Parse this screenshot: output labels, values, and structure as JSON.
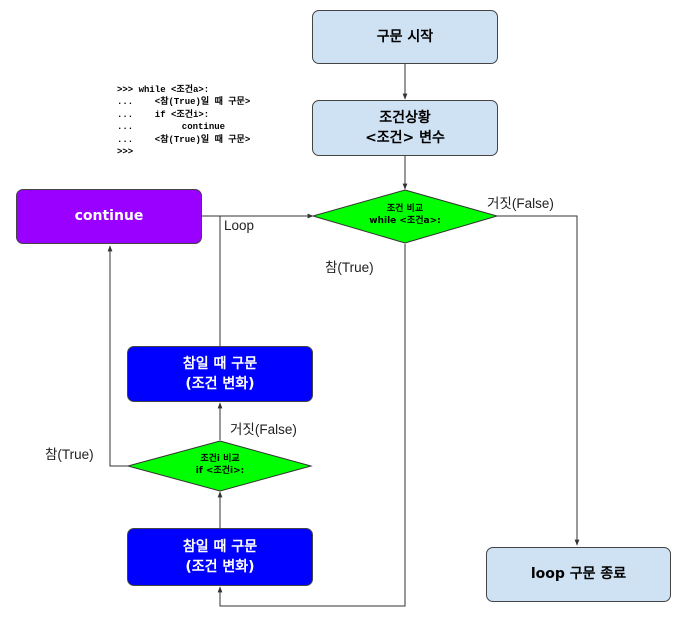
{
  "nodes": {
    "start": "구문 시작",
    "condition_state": [
      "조건상황",
      "<조건> 변수"
    ],
    "while_check": [
      "조건 비교",
      "while <조건a>:"
    ],
    "continue": "continue",
    "true_stmt_upper": [
      "참일 때 구문",
      "(조건 변화)"
    ],
    "if_check": [
      "조건i 비교",
      "if <조건i>:"
    ],
    "true_stmt_lower": [
      "참일 때 구문",
      "(조건 변화)"
    ],
    "loop_end": "loop 구문 종료"
  },
  "labels": {
    "while_false": "거짓(False)",
    "while_true": "참(True)",
    "loop": "Loop",
    "if_false": "거짓(False)",
    "if_true": "참(True)"
  },
  "code": [
    ">>> while <조건a>:",
    "...    <참(True)일 때 구문>",
    "...    if <조건i>:",
    "...         continue",
    "...    <참(True)일 때 구문>",
    ">>>"
  ],
  "colors": {
    "light_box": "#cfe2f3",
    "statement_box": "#0000ff",
    "continue_box": "#9900ff",
    "decision": "#00ff00"
  }
}
